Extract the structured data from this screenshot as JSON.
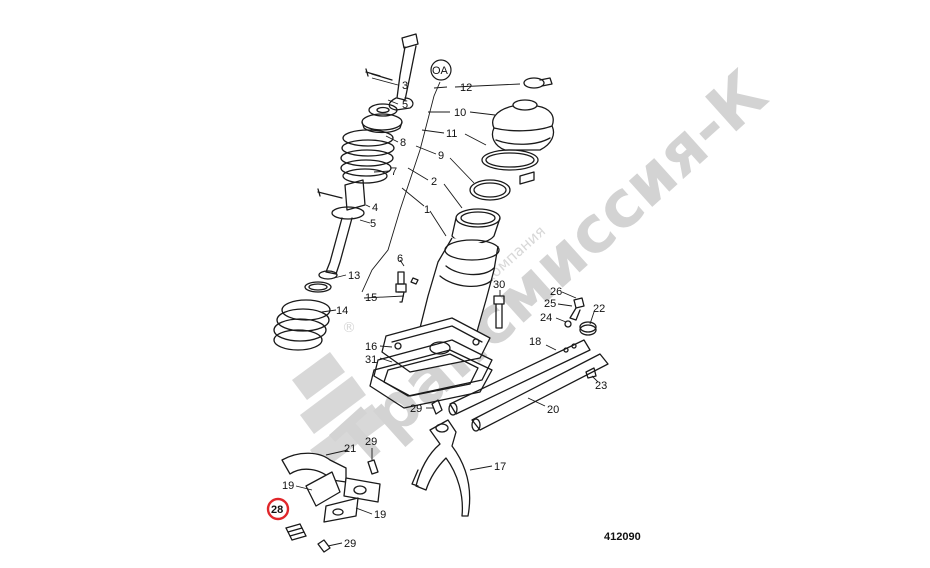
{
  "diagram": {
    "reference_number": "412090",
    "highlighted_callout": "28",
    "colors": {
      "highlight_ring": "#e0262a",
      "line": "#1a1a1a",
      "watermark": "#d3d3d3"
    }
  },
  "watermark": {
    "brand": "Трансмиссия-К",
    "subtitle": "оптовая компания",
    "registered_mark": "®"
  },
  "callouts": {
    "oa": "OA",
    "c1": "1",
    "c2": "2",
    "c3": "3",
    "c4": "4",
    "c5a": "5",
    "c5b": "5",
    "c6": "6",
    "c7": "7",
    "c8": "8",
    "c9": "9",
    "c10": "10",
    "c11": "11",
    "c12": "12",
    "c13": "13",
    "c14": "14",
    "c15": "15",
    "c16": "16",
    "c17": "17",
    "c18": "18",
    "c19a": "19",
    "c19b": "19",
    "c20": "20",
    "c21": "21",
    "c22": "22",
    "c23": "23",
    "c24": "24",
    "c25": "25",
    "c26": "26",
    "c28": "28",
    "c29a": "29",
    "c29b": "29",
    "c29c": "29",
    "c30": "30",
    "c31": "31"
  }
}
